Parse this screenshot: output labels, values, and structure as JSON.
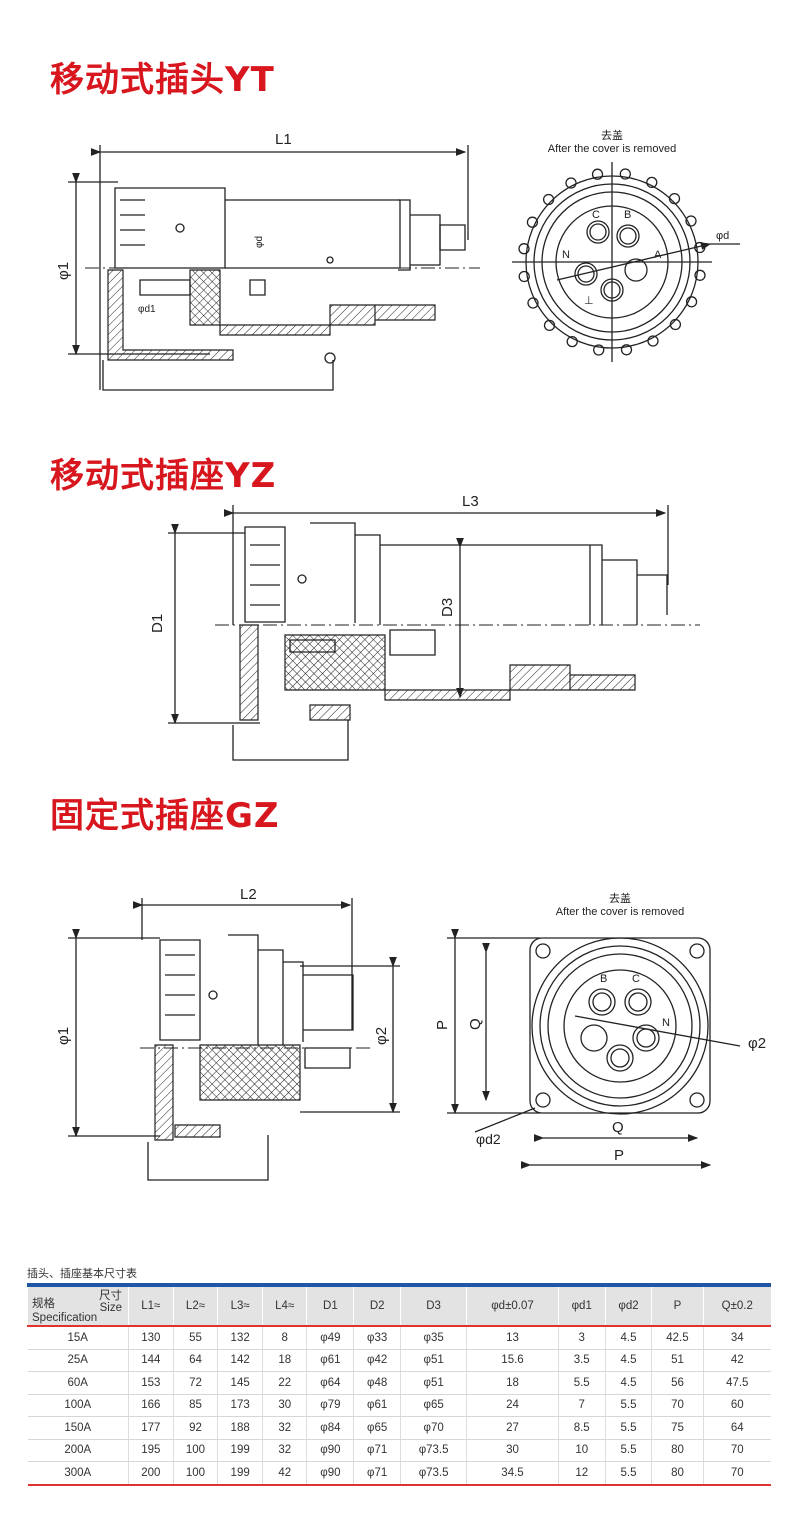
{
  "sections": [
    {
      "title": "移动式插头YT",
      "labels": {
        "length": "L1",
        "dia": "φ1",
        "pin": "φd",
        "pin1": "φd1",
        "cover_cn": "去盖",
        "cover_en": "After the cover is removed",
        "pins": [
          "C",
          "B",
          "N",
          "A",
          "⊥"
        ]
      }
    },
    {
      "title": "移动式插座YZ",
      "labels": {
        "length": "L3",
        "dia": "D1",
        "dia3": "D3"
      }
    },
    {
      "title": "固定式插座GZ",
      "labels": {
        "length": "L2",
        "dia": "φ1",
        "dia2": "φ2",
        "p": "P",
        "q": "Q",
        "q2": "Q",
        "p2": "P",
        "d2": "φd2",
        "d2b": "φ2",
        "cover_cn": "去盖",
        "cover_en": "After the cover is removed",
        "pins": [
          "B",
          "C",
          "N"
        ]
      }
    }
  ],
  "table": {
    "caption": "插头、插座基本尺寸表",
    "corner": {
      "size_cn": "尺寸",
      "size_en": "Size",
      "spec_cn": "规格",
      "spec_en": "Specification"
    },
    "headers": [
      "L1≈",
      "L2≈",
      "L3≈",
      "L4≈",
      "D1",
      "D2",
      "D3",
      "φd±0.07",
      "φd1",
      "φd2",
      "P",
      "Q±0.2"
    ],
    "rows": [
      [
        "15A",
        "130",
        "55",
        "132",
        "8",
        "φ49",
        "φ33",
        "φ35",
        "13",
        "3",
        "4.5",
        "42.5",
        "34"
      ],
      [
        "25A",
        "144",
        "64",
        "142",
        "18",
        "φ61",
        "φ42",
        "φ51",
        "15.6",
        "3.5",
        "4.5",
        "51",
        "42"
      ],
      [
        "60A",
        "153",
        "72",
        "145",
        "22",
        "φ64",
        "φ48",
        "φ51",
        "18",
        "5.5",
        "4.5",
        "56",
        "47.5"
      ],
      [
        "100A",
        "166",
        "85",
        "173",
        "30",
        "φ79",
        "φ61",
        "φ65",
        "24",
        "7",
        "5.5",
        "70",
        "60"
      ],
      [
        "150A",
        "177",
        "92",
        "188",
        "32",
        "φ84",
        "φ65",
        "φ70",
        "27",
        "8.5",
        "5.5",
        "75",
        "64"
      ],
      [
        "200A",
        "195",
        "100",
        "199",
        "32",
        "φ90",
        "φ71",
        "φ73.5",
        "30",
        "10",
        "5.5",
        "80",
        "70"
      ],
      [
        "300A",
        "200",
        "100",
        "199",
        "42",
        "φ90",
        "φ71",
        "φ73.5",
        "34.5",
        "12",
        "5.5",
        "80",
        "70"
      ]
    ]
  },
  "colors": {
    "title": "#d7161d",
    "table_top": "#1f56a6",
    "table_rule": "#e0322e"
  }
}
